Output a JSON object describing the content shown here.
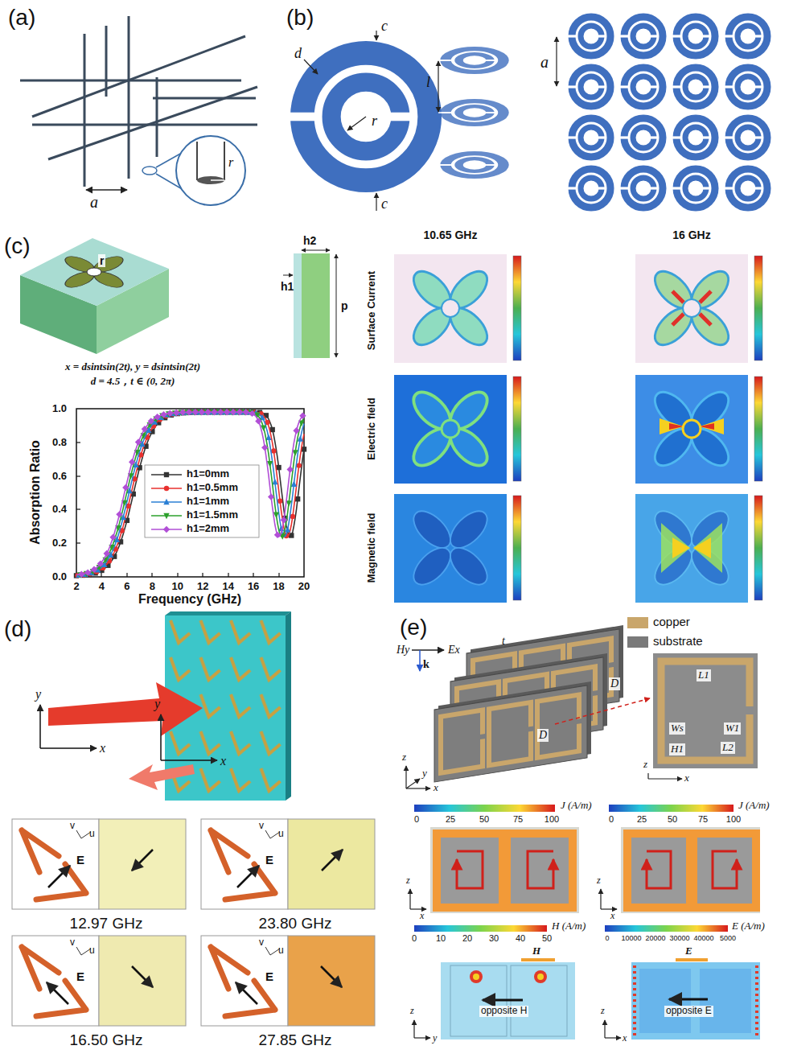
{
  "diagram": {
    "labels": [
      "(a)",
      "a",
      "r",
      "(b)",
      "c",
      "d",
      "r",
      "c",
      "l",
      "a",
      "(c)",
      "r",
      "h2",
      "h1",
      "p",
      "x = dsintsin(2t), y = dsintsin(2t)",
      "d = 4.5，t ∈ (0, 2π)",
      "1.0",
      "0.8",
      "0.6",
      "0.4",
      "0.2",
      "0.0",
      "2",
      "4",
      "6",
      "8",
      "10",
      "12",
      "14",
      "16",
      "18",
      "20",
      "Absorption Ratio",
      "Frequency (GHz)",
      "10.65 GHz",
      "16 GHz",
      "Surface Current",
      "Electric field",
      "Magnetic field",
      "(d)",
      "y",
      "x",
      "y",
      "x",
      "E",
      "v",
      "u",
      "12.97 GHz",
      "E",
      "v",
      "u",
      "23.80 GHz",
      "E",
      "v",
      "u",
      "16.50 GHz",
      "E",
      "v",
      "u",
      "27.85 GHz",
      "(e)",
      "Hy",
      "Ex",
      "k",
      "t",
      "D",
      "D",
      "L1",
      "Ws",
      "W1",
      "H1",
      "L2",
      "z",
      "y",
      "x",
      "z",
      "x",
      "J (A/m)",
      "0",
      "25",
      "50",
      "75",
      "100",
      "J (A/m)",
      "0",
      "25",
      "50",
      "75",
      "100",
      "z",
      "x",
      "z",
      "x",
      "H (A/m)",
      "0",
      "10",
      "20",
      "30",
      "40",
      "50",
      "E (A/m)",
      "0",
      "10000",
      "20000",
      "30000",
      "40000",
      "5000",
      "H",
      "opposite H",
      "z",
      "y",
      "E",
      "opposite E",
      "z",
      "x"
    ],
    "legend": [
      {
        "text": "h1=0mm"
      },
      {
        "text": "h1=0.5mm"
      },
      {
        "text": "h1=1mm"
      },
      {
        "text": "h1=1.5mm"
      },
      {
        "text": "h1=2mm"
      },
      {
        "text": "copper",
        "color": "#c9a66b"
      },
      {
        "text": "substrate",
        "color": "#7a7a7a"
      }
    ]
  }
}
